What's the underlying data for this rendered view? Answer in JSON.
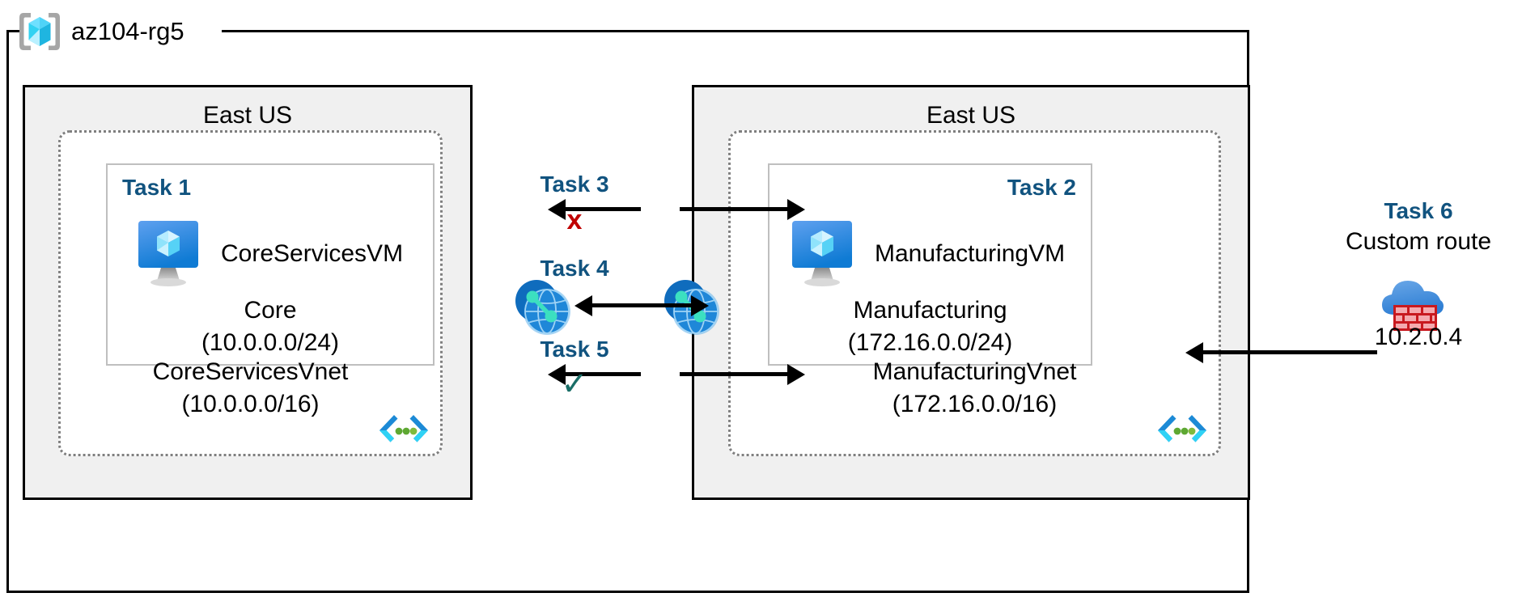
{
  "resource_group": {
    "name": "az104-rg5",
    "icon": "resource-group-cube-icon"
  },
  "regions": [
    {
      "id": "left",
      "title": "East US"
    },
    {
      "id": "right",
      "title": "East US"
    }
  ],
  "vnets": [
    {
      "id": "core",
      "name": "CoreServicesVnet",
      "cidr": "(10.0.0.0/16)",
      "icon": "vnet-brackets-icon",
      "subnet": {
        "task_tag": "Task 1",
        "vm_name": "CoreServicesVM",
        "vm_icon": "virtual-machine-icon",
        "name": "Core",
        "cidr": "(10.0.0.0/24)"
      }
    },
    {
      "id": "manufacturing",
      "name": "ManufacturingVnet",
      "cidr": "(172.16.0.0/16)",
      "icon": "vnet-brackets-icon",
      "subnet": {
        "task_tag": "Task 2",
        "vm_name": "ManufacturingVM",
        "vm_icon": "virtual-machine-icon",
        "name": "Manufacturing",
        "cidr": "(172.16.0.0/24)"
      }
    }
  ],
  "peering_icons": {
    "left": "vnet-peering-globe-icon",
    "right": "vnet-peering-globe-icon"
  },
  "center_tasks": [
    {
      "id": "task3",
      "label": "Task 3",
      "mark": "x",
      "mark_meaning": "blocked",
      "mark_color": "#c00000",
      "direction": "outward"
    },
    {
      "id": "task4",
      "label": "Task 4",
      "mark": "",
      "mark_meaning": "bidirectional",
      "mark_color": "",
      "direction": "bidirectional"
    },
    {
      "id": "task5",
      "label": "Task 5",
      "mark": "✓",
      "mark_meaning": "allowed",
      "mark_color": "#1a6e67",
      "direction": "outward"
    }
  ],
  "task6": {
    "tag": "Task 6",
    "subtitle": "Custom route",
    "ip": "10.2.0.4",
    "icon": "firewall-cloud-icon"
  },
  "colors": {
    "task_blue": "#11537f",
    "region_fill": "#f0f0f0",
    "vnet_border": "#7f7f7f",
    "subnet_border": "#bfbfbf",
    "blocked_red": "#c00000",
    "allowed_green": "#1a6e67",
    "azure_blue": "#0078d4",
    "firewall_red": "#d13438"
  }
}
